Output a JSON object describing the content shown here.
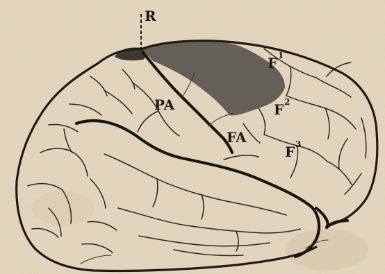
{
  "labels": {
    "r": "R",
    "pa": "PA",
    "fa": "FA",
    "f1": "F",
    "f1_sup": "1",
    "f2": "F",
    "f2_sup": "2",
    "f3": "F",
    "f3_sup": "3"
  },
  "colors": {
    "paper": "#e6d9c2",
    "ink": "#1f1a14",
    "lesion": "#4a463f"
  }
}
